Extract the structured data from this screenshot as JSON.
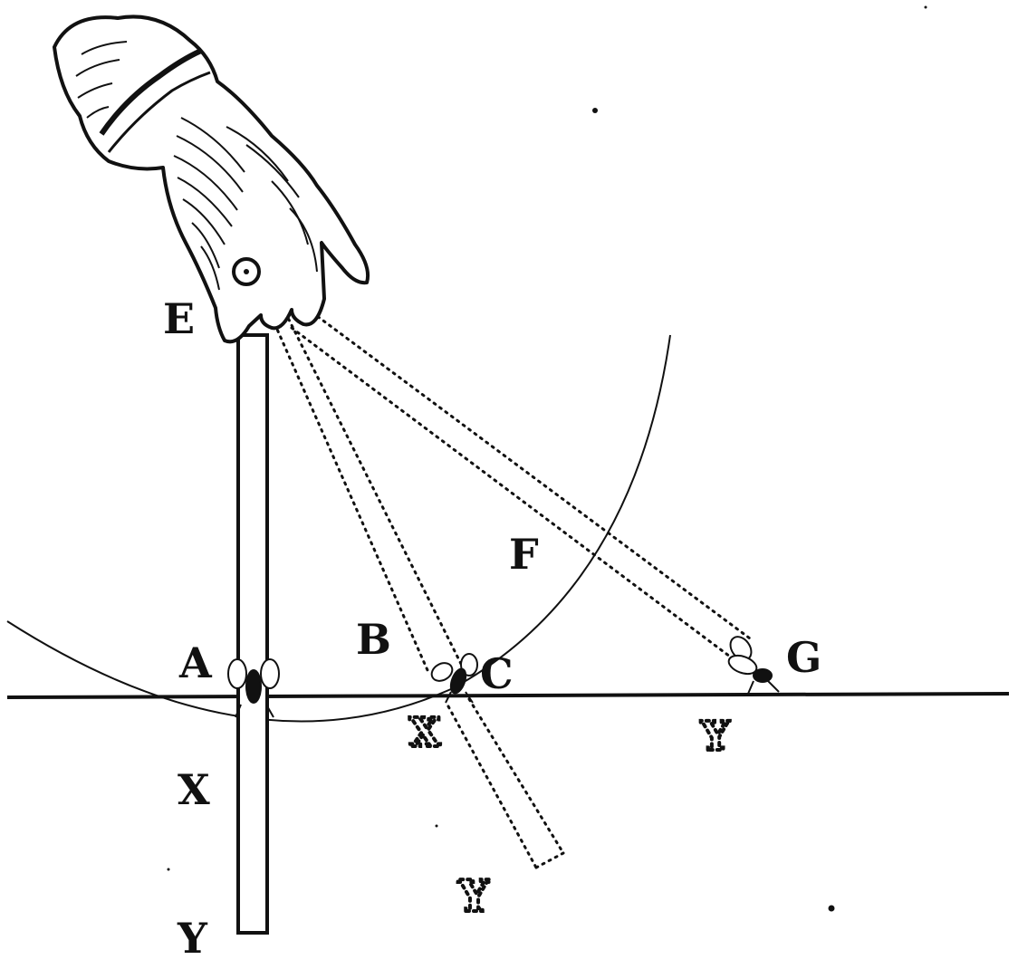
{
  "labels": {
    "E": "E",
    "F": "F",
    "A": "A",
    "B": "B",
    "C": "C",
    "G": "G",
    "X": "X",
    "Y": "Y"
  },
  "ghost_labels": {
    "x_at_c": "X",
    "y_at_c": "Y",
    "y_at_g": "Y"
  },
  "colors": {
    "ink": "#111111",
    "paper": "#ffffff"
  }
}
